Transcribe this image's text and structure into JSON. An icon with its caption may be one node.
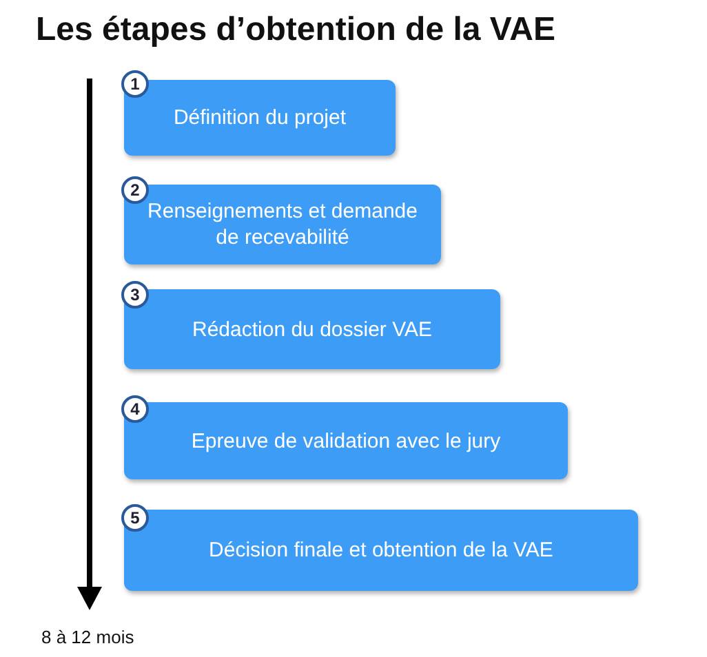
{
  "diagram": {
    "title": "Les étapes d’obtention de la VAE",
    "nodes": [
      {
        "text": [
          "1"
        ]
      },
      {
        "text": [
          "Définition du projet"
        ]
      },
      {
        "text": [
          "2"
        ]
      },
      {
        "text": [
          "Renseignements et demande de recevabilité"
        ]
      },
      {
        "text": [
          "3"
        ]
      },
      {
        "text": [
          "Rédaction du dossier VAE"
        ]
      },
      {
        "text": [
          "4"
        ]
      },
      {
        "text": [
          "Epreuve de validation avec le jury"
        ]
      },
      {
        "text": [
          "5"
        ]
      },
      {
        "text": [
          "Décision finale et obtention de la VAE"
        ]
      }
    ],
    "labels": [
      "8 à 12 mois"
    ]
  }
}
